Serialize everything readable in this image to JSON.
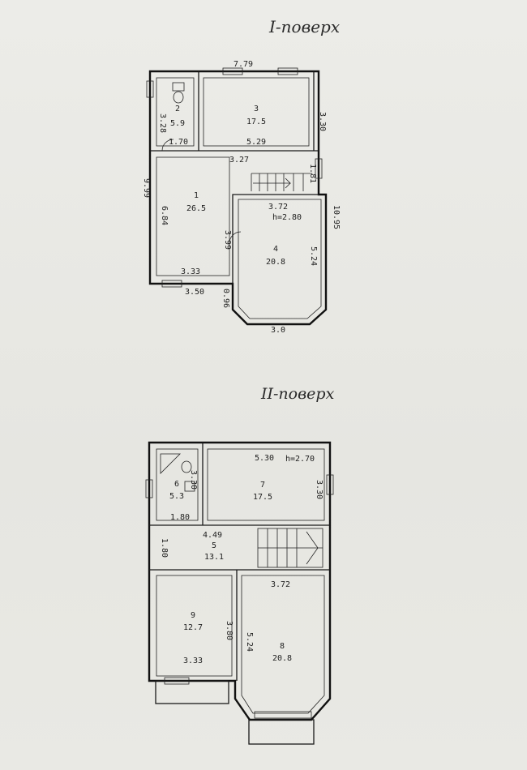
{
  "floors": [
    {
      "title": "I-поверх",
      "rooms": [
        {
          "number": "1",
          "area": "26.5"
        },
        {
          "number": "2",
          "area": "5.9"
        },
        {
          "number": "3",
          "area": "17.5"
        },
        {
          "number": "4",
          "area": "20.8"
        }
      ],
      "dimensions": {
        "top": "7.79",
        "left_total": "9.99",
        "right_total": "10.95",
        "room2_height": "3.28",
        "room3_height": "3.30",
        "room2_width": "1.70",
        "room3_width": "5.29",
        "corridor_width": "3.27",
        "corridor_height": "1.81",
        "room1_height": "6.84",
        "room1_inner_height": "3.99",
        "room1_width": "3.33",
        "room1_outer_width": "3.50",
        "room4_width": "3.72",
        "room4_ceiling": "h=2.80",
        "room4_height": "5.24",
        "bay_depth": "0.96",
        "bay_width": "3.0"
      }
    },
    {
      "title": "II-поверх",
      "rooms": [
        {
          "number": "5",
          "area": "13.1"
        },
        {
          "number": "6",
          "area": "5.3"
        },
        {
          "number": "7",
          "area": "17.5"
        },
        {
          "number": "8",
          "area": "20.8"
        },
        {
          "number": "9",
          "area": "12.7"
        }
      ],
      "dimensions": {
        "room7_width": "5.30",
        "room7_ceiling": "h=2.70",
        "room7_height": "3.30",
        "room6_height": "3.30",
        "room6_width": "1.80",
        "hall_width": "4.49",
        "hall_height": "1.80",
        "room8_width": "3.72",
        "room8_height": "5.24",
        "room9_height": "3.80",
        "room9_width": "3.33"
      }
    }
  ]
}
